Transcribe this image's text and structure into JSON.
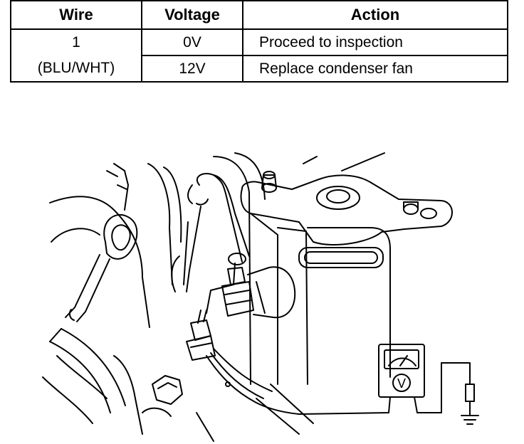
{
  "table": {
    "headers": {
      "wire": "Wire",
      "voltage": "Voltage",
      "action": "Action"
    },
    "wire_number": "1",
    "wire_color": "(BLU/WHT)",
    "rows": [
      {
        "voltage": "0V",
        "action": "Proceed to inspection"
      },
      {
        "voltage": "12V",
        "action": "Replace condenser fan"
      }
    ]
  },
  "diagram": {
    "meter_symbol": "V",
    "colors": {
      "line": "#000000",
      "fill": "#ffffff"
    }
  }
}
